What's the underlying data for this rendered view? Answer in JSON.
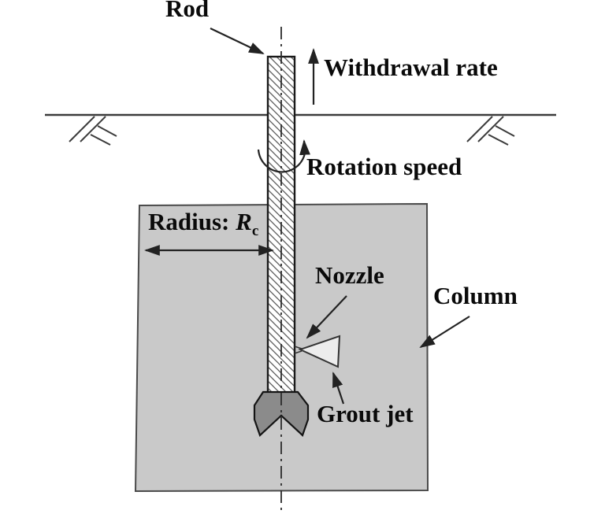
{
  "labels": {
    "rod": "Rod",
    "withdrawal_rate": "Withdrawal rate",
    "rotation_speed": "Rotation speed",
    "radius_prefix": "Radius: ",
    "radius_symbol": "R",
    "radius_subscript": "c",
    "nozzle": "Nozzle",
    "column": "Column",
    "grout_jet": "Grout jet"
  },
  "colors": {
    "text": "#0a0a0a",
    "line": "#222222",
    "ground": "#3b3b3b",
    "column_fill": "#c9c9c9",
    "column_border": "#4a4a4a",
    "rod_fill": "#ffffff",
    "rod_border": "#1a1a1a",
    "hatch": "#5a5a5a",
    "bit_fill": "#8b8b8b",
    "bit_border": "#141414",
    "jet_fill": "#ededed",
    "jet_border": "#333333",
    "centerline": "#2a2a2a"
  }
}
